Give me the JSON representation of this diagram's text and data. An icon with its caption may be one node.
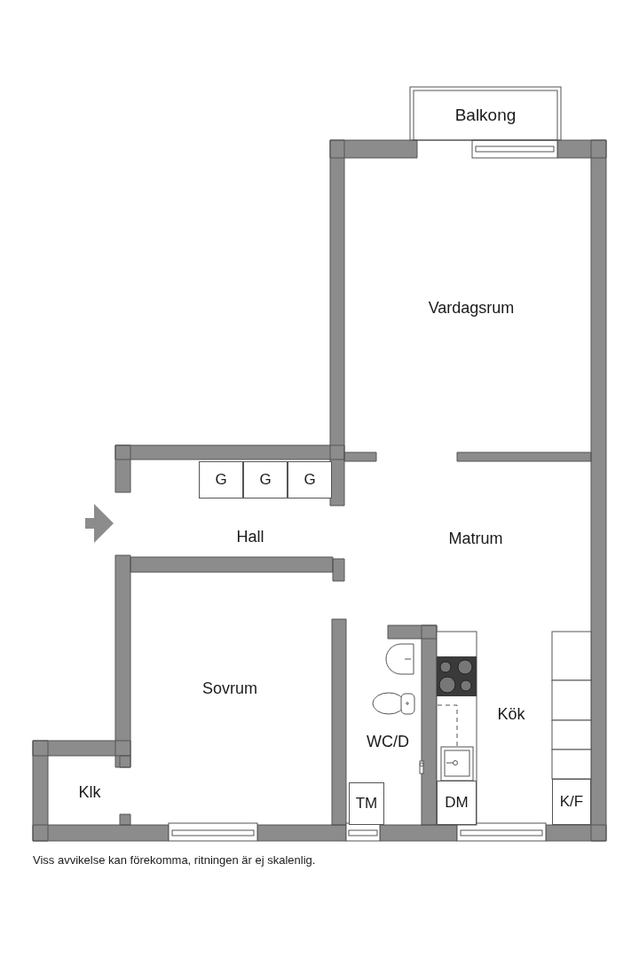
{
  "diagram": {
    "caption": "Viss avvikelse kan förekomma, ritningen är ej skalenlig.",
    "nodes": [
      {
        "text": [
          "Balkong"
        ]
      },
      {
        "text": [
          "G"
        ]
      },
      {
        "text": [
          "G"
        ]
      },
      {
        "text": [
          "G"
        ]
      },
      {
        "text": [
          "TM"
        ]
      },
      {
        "text": [
          "DM"
        ]
      },
      {
        "text": [
          "K/F"
        ]
      }
    ],
    "labels": [
      "Vardagsrum",
      "Hall",
      "Matrum",
      "Sovrum",
      "Kök",
      "WC/D",
      "Klk"
    ]
  }
}
